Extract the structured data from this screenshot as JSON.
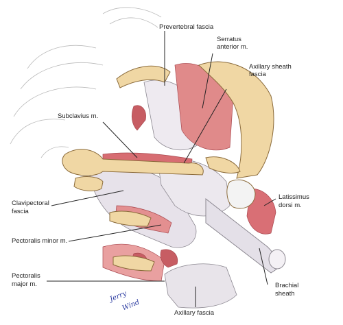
{
  "labels": {
    "prevertebral_fascia": "Prevertebral fascia",
    "serratus_anterior_1": "Serratus",
    "serratus_anterior_2": "anterior m.",
    "axillary_sheath_fascia_1": "Axillary sheath",
    "axillary_sheath_fascia_2": "fascia",
    "subclavius": "Subclavius m.",
    "clavipectoral_fascia_1": "Clavipectoral",
    "clavipectoral_fascia_2": "fascia",
    "pectoralis_minor": "Pectoralis minor m.",
    "pectoralis_major_1": "Pectoralis",
    "pectoralis_major_2": "major m.",
    "latissimus_dorsi_1": "Latissimus",
    "latissimus_dorsi_2": "dorsi m.",
    "brachial_sheath_1": "Brachial",
    "brachial_sheath_2": "sheath",
    "axillary_fascia": "Axillary fascia"
  },
  "signature": {
    "line1": "Jerry",
    "line2": "Wind"
  },
  "colors": {
    "bone": "#f0d7a4",
    "bone_edge": "#8a6a3a",
    "muscle": "#e08a8a",
    "muscle_dark": "#c75d63",
    "fascia": "#e7e2ea",
    "fascia_edge": "#8b8790",
    "line": "#222222"
  }
}
